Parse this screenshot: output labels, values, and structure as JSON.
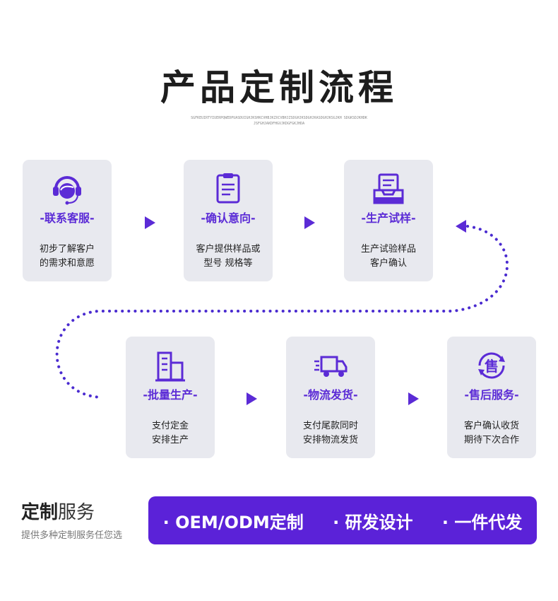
{
  "header": {
    "title": "产品定制流程",
    "subtitle": "SGFKEUIRTYIUERPQWEDPUASDUIGHJKSHKCVHBJKZXCVBHJZSDGHJKSDGHJKASDGHJKSGJKH SDGKSDJKHDKJSFGHJAKDFHGVJKDGFGKJHDA"
  },
  "steps": [
    {
      "icon": "headset-icon",
      "title": "-联系客服-",
      "desc1": "初步了解客户",
      "desc2": "的需求和意愿"
    },
    {
      "icon": "clipboard-icon",
      "title": "-确认意向-",
      "desc1": "客户提供样品或",
      "desc2": "型号 规格等"
    },
    {
      "icon": "inbox-tray-icon",
      "title": "-生产试样-",
      "desc1": "生产试验样品",
      "desc2": "客户确认"
    },
    {
      "icon": "building-icon",
      "title": "-批量生产-",
      "desc1": "支付定金",
      "desc2": "安排生产"
    },
    {
      "icon": "delivery-truck-icon",
      "title": "-物流发货-",
      "desc1": "支付尾款同时",
      "desc2": "安排物流发货"
    },
    {
      "icon": "after-sales-icon",
      "title": "-售后服务-",
      "desc1": "客户确认收货",
      "desc2": "期待下次合作",
      "icon_char": "售"
    }
  ],
  "service": {
    "title_bold": "定制",
    "title_light": "服务",
    "subtitle": "提供多种定制服务任您选",
    "items": [
      "· OEM/ODM定制",
      "· 研发设计",
      "· 一件代发"
    ]
  },
  "colors": {
    "accent": "#5b2bd6",
    "card_bg": "#e8e9ef",
    "banner": "#5b22d8"
  }
}
